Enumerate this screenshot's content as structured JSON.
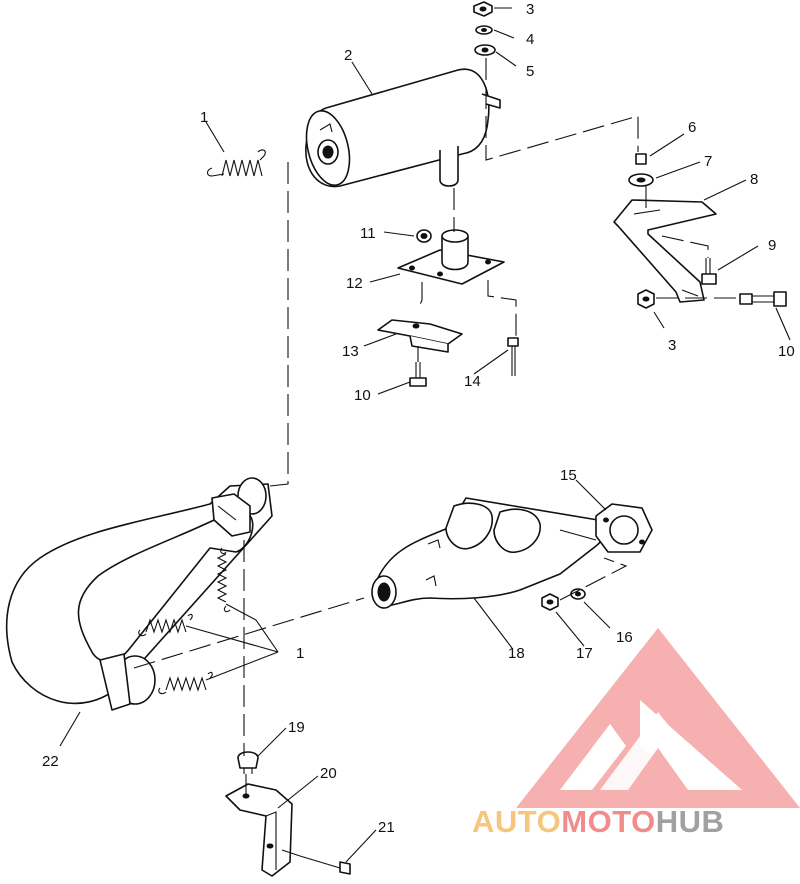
{
  "callouts": {
    "c1a": "1",
    "c1b": "1",
    "c2": "2",
    "c3a": "3",
    "c3b": "3",
    "c4": "4",
    "c5": "5",
    "c6": "6",
    "c7": "7",
    "c8": "8",
    "c9": "9",
    "c10a": "10",
    "c10b": "10",
    "c11": "11",
    "c12": "12",
    "c13": "13",
    "c14": "14",
    "c15": "15",
    "c16": "16",
    "c17": "17",
    "c18": "18",
    "c19": "19",
    "c20": "20",
    "c21": "21",
    "c22": "22"
  },
  "watermark": {
    "part1": "AUTO",
    "part2": "MOTO",
    "part3": "HUB",
    "color_orange": "#f4b860",
    "color_red": "#f07070",
    "color_gray": "#8a8a8a",
    "logo_color": "#f07070"
  }
}
